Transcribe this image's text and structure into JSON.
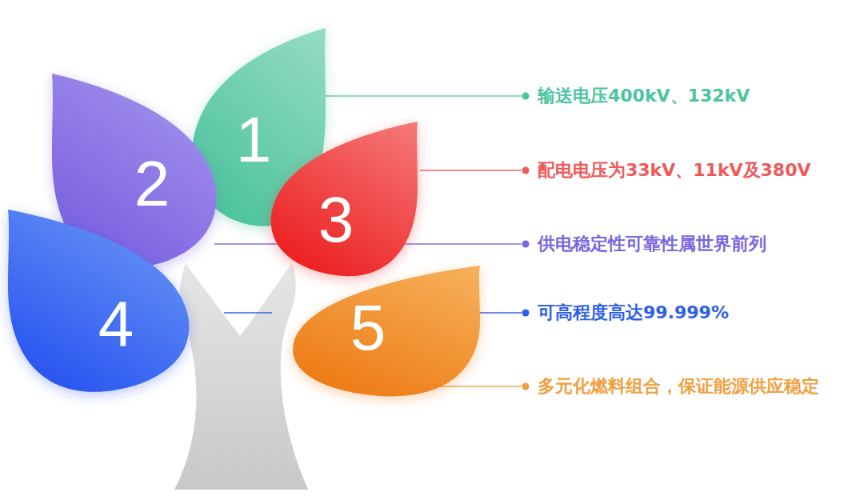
{
  "diagram": {
    "nodes": [
      {
        "text": [
          "1"
        ]
      },
      {
        "text": [
          "2"
        ]
      },
      {
        "text": [
          "3"
        ]
      },
      {
        "text": [
          "4"
        ]
      },
      {
        "text": [
          "5"
        ]
      }
    ],
    "labels": [
      "输送电压400kV、132kV",
      "配电电压为33kV、11kV及380V",
      "供电稳定性可靠性属世界前列",
      "可高程度高达99.999%",
      "多元化燃料组合，保证能源供应稳定"
    ]
  }
}
